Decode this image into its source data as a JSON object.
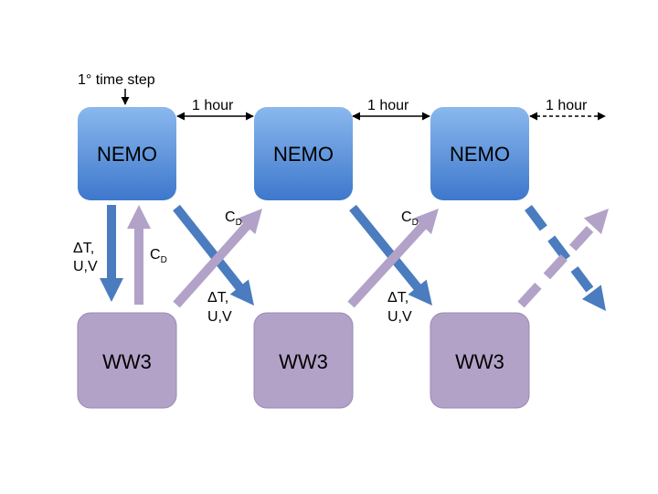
{
  "top_label": "1° time step",
  "interval_labels": [
    "1 hour",
    "1 hour",
    "1 hour"
  ],
  "ocean_model": {
    "label": "NEMO",
    "color_top": "#8ab8ee",
    "color_bottom": "#3e78cc"
  },
  "wave_model": {
    "label": "WW3",
    "color": "#b2a2c8"
  },
  "arrow_colors": {
    "ocean_to_wave": "#4a7cbf",
    "wave_to_ocean": "#b2a2c8"
  },
  "exchange_labels": {
    "to_wave_line1": "ΔT,",
    "to_wave_line2": "U,V",
    "drag_main": "C",
    "drag_sub": "D"
  }
}
